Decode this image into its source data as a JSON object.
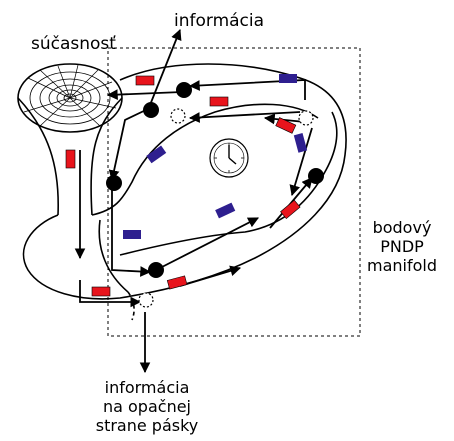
{
  "labels": {
    "present": "súčasnosť",
    "information_top": "informácia",
    "manifold": [
      "bodový",
      "PNDP",
      "manifold"
    ],
    "information_bottom": [
      "informácia",
      "na opačnej",
      "strane pásky"
    ]
  },
  "colors": {
    "ink": "#000000",
    "red_marker": "#e8141c",
    "blue_marker": "#2e1f8f",
    "background": "#ffffff"
  },
  "icons": {
    "clock": "clock-icon"
  }
}
